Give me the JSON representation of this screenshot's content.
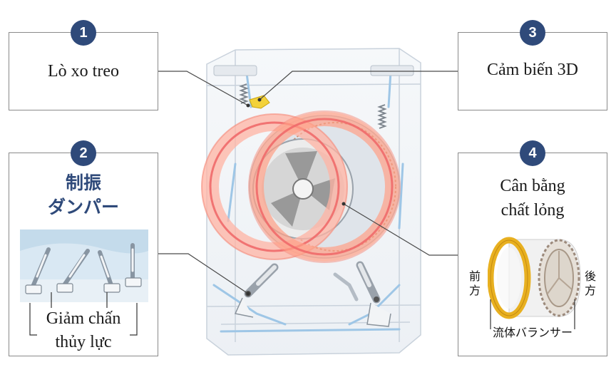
{
  "callouts": [
    {
      "number": "1",
      "label": "Lò xo treo"
    },
    {
      "number": "2",
      "label_jp_line1": "制振",
      "label_jp_line2": "ダンパー",
      "label_line1": "Giảm chấn",
      "label_line2": "thủy lực"
    },
    {
      "number": "3",
      "label": "Cảm biến 3D"
    },
    {
      "number": "4",
      "label_line1": "Cân bằng",
      "label_line2": "chất lỏng",
      "front_line1": "前",
      "front_line2": "方",
      "back_line1": "後",
      "back_line2": "方",
      "balancer_caption": "流体バランサー"
    }
  ],
  "colors": {
    "badge": "#2f4a7a",
    "drum_ring": "#f06a6a",
    "balancer_ring": "#e8b020",
    "frame_line": "#9ec6e6"
  }
}
